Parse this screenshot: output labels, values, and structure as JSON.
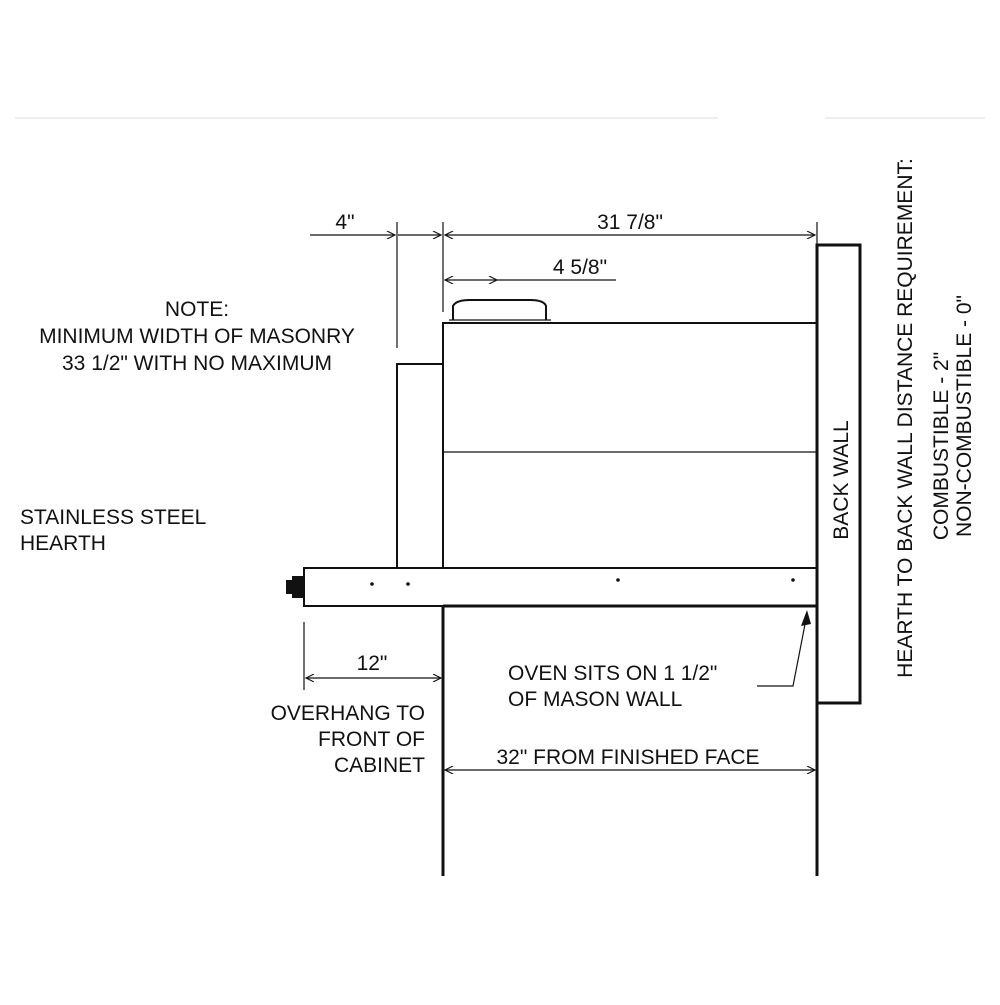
{
  "dimensions": {
    "overall_depth": "31 7/8\"",
    "front_offset": "4\"",
    "flue_offset": "4 5/8\"",
    "overhang": "12\"",
    "from_finished_face": "32\" FROM FINISHED FACE"
  },
  "labels": {
    "note_line1": "NOTE:",
    "note_line2": "MINIMUM WIDTH OF MASONRY",
    "note_line3": "33 1/2\" WITH NO MAXIMUM",
    "hearth_line1": "STAINLESS STEEL",
    "hearth_line2": "HEARTH",
    "overhang_line1": "OVERHANG TO",
    "overhang_line2": "FRONT OF",
    "overhang_line3": "CABINET",
    "oven_sits_line1": "OVEN SITS ON 1 1/2\"",
    "oven_sits_line2": "OF MASON WALL",
    "back_wall": "BACK WALL",
    "requirement_title": "HEARTH TO BACK WALL DISTANCE REQUIREMENT:",
    "combustible": "COMBUSTIBLE - 2\"",
    "non_combustible": "NON-COMBUSTIBLE - 0\""
  },
  "colors": {
    "line": "#111111",
    "background": "#ffffff"
  }
}
